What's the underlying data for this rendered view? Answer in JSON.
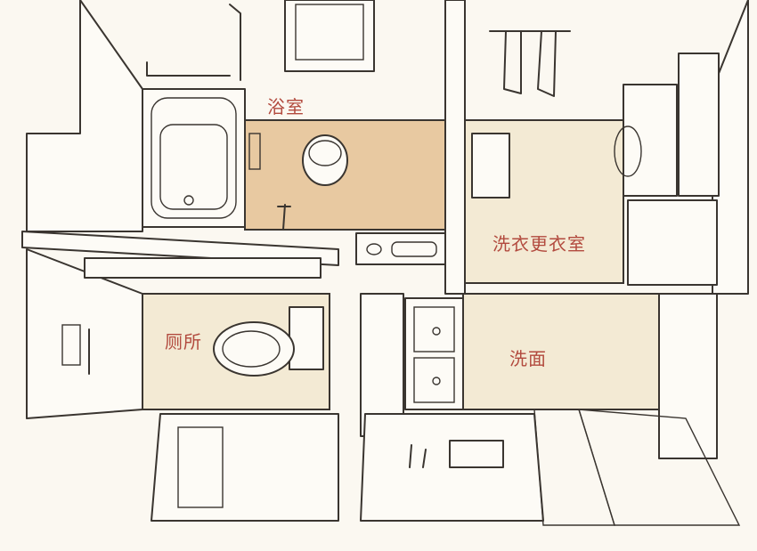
{
  "rooms": {
    "bathroom": "浴室",
    "laundry_changing": "洗衣更衣室",
    "toilet": "厕所",
    "washroom": "洗面"
  },
  "colors": {
    "label": "#b24a3e",
    "bath_floor": "#e8c9a1",
    "room_floor": "#f3ead4",
    "line": "#3a3530",
    "paper": "#fbf8f1"
  }
}
